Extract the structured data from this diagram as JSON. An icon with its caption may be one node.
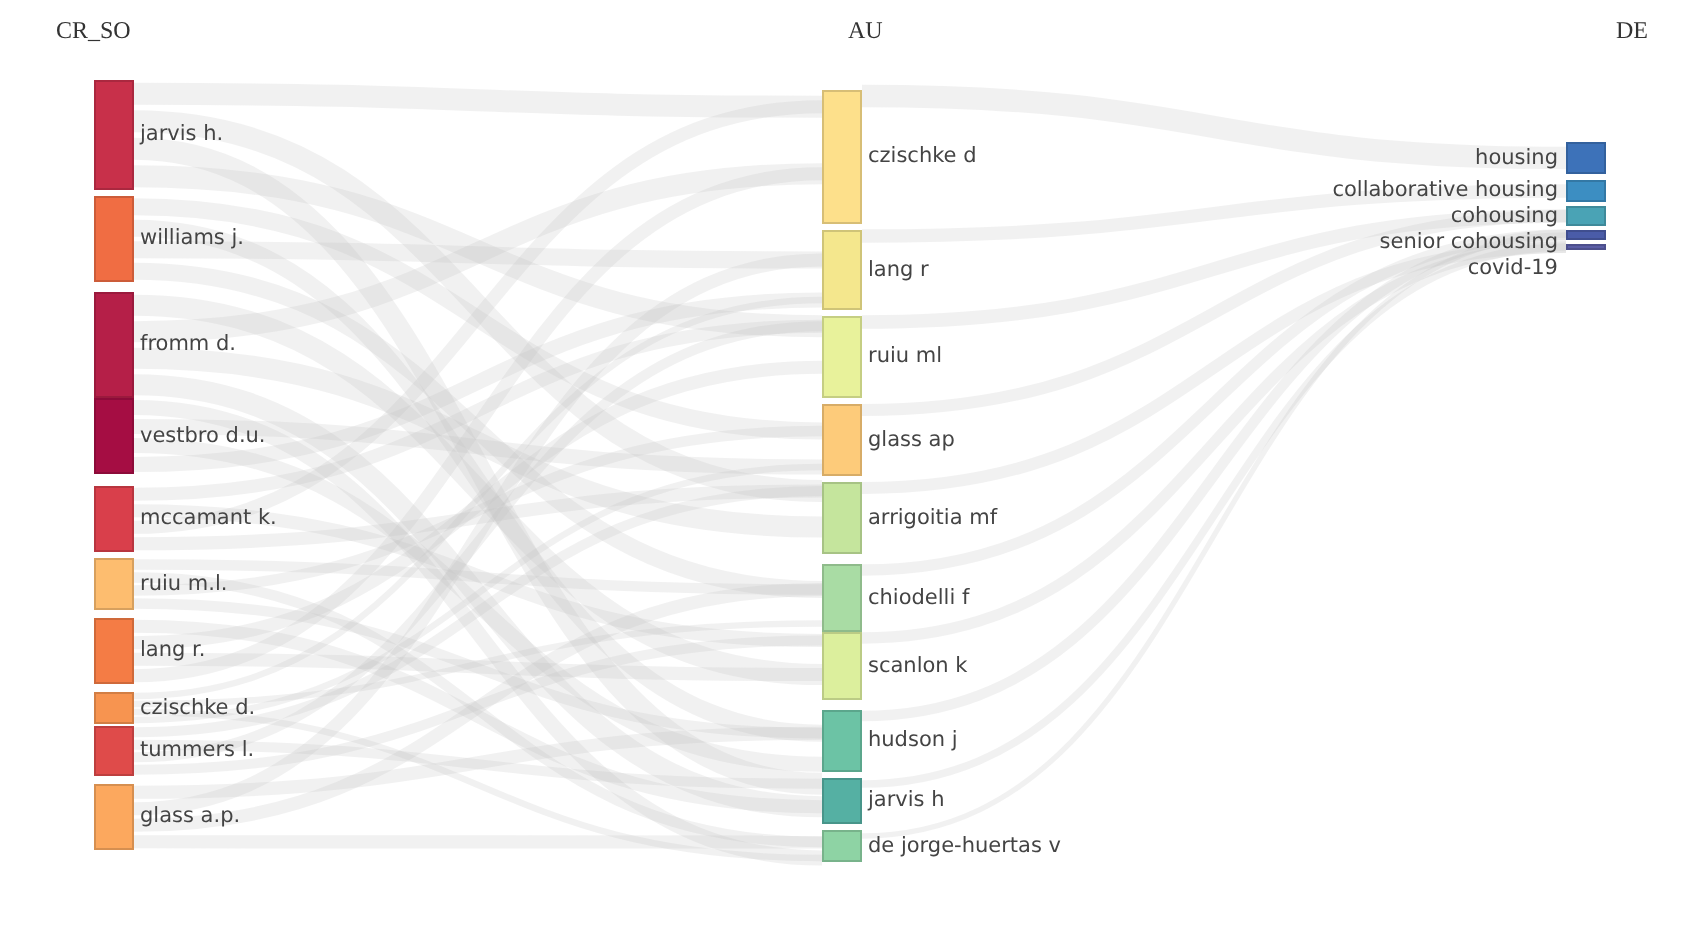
{
  "diagram": {
    "nodes": [
      {
        "text": [
          "jarvis h."
        ]
      },
      {
        "text": [
          "williams j."
        ]
      },
      {
        "text": [
          "fromm d."
        ]
      },
      {
        "text": [
          "vestbro d.u."
        ]
      },
      {
        "text": [
          "mccamant k."
        ]
      },
      {
        "text": [
          "ruiu m.l."
        ]
      },
      {
        "text": [
          "lang r."
        ]
      },
      {
        "text": [
          "czischke d."
        ]
      },
      {
        "text": [
          "tummers l."
        ]
      },
      {
        "text": [
          "glass a.p."
        ]
      },
      {
        "text": [
          "czischke d"
        ]
      },
      {
        "text": [
          "lang r"
        ]
      },
      {
        "text": [
          "ruiu ml"
        ]
      },
      {
        "text": [
          "glass ap"
        ]
      },
      {
        "text": [
          "arrigoitia mf"
        ]
      },
      {
        "text": [
          "chiodelli f"
        ]
      },
      {
        "text": [
          "scanlon k"
        ]
      },
      {
        "text": [
          "hudson j"
        ]
      },
      {
        "text": [
          "jarvis h"
        ]
      },
      {
        "text": [
          "de jorge-huertas v"
        ]
      },
      {
        "text": [
          "housing"
        ]
      },
      {
        "text": [
          "collaborative housing"
        ]
      },
      {
        "text": [
          "cohousing"
        ]
      },
      {
        "text": [
          "senior cohousing"
        ]
      },
      {
        "text": [
          "covid-19"
        ]
      }
    ],
    "labels": [
      "CR_SO",
      "AU",
      "DE"
    ]
  }
}
